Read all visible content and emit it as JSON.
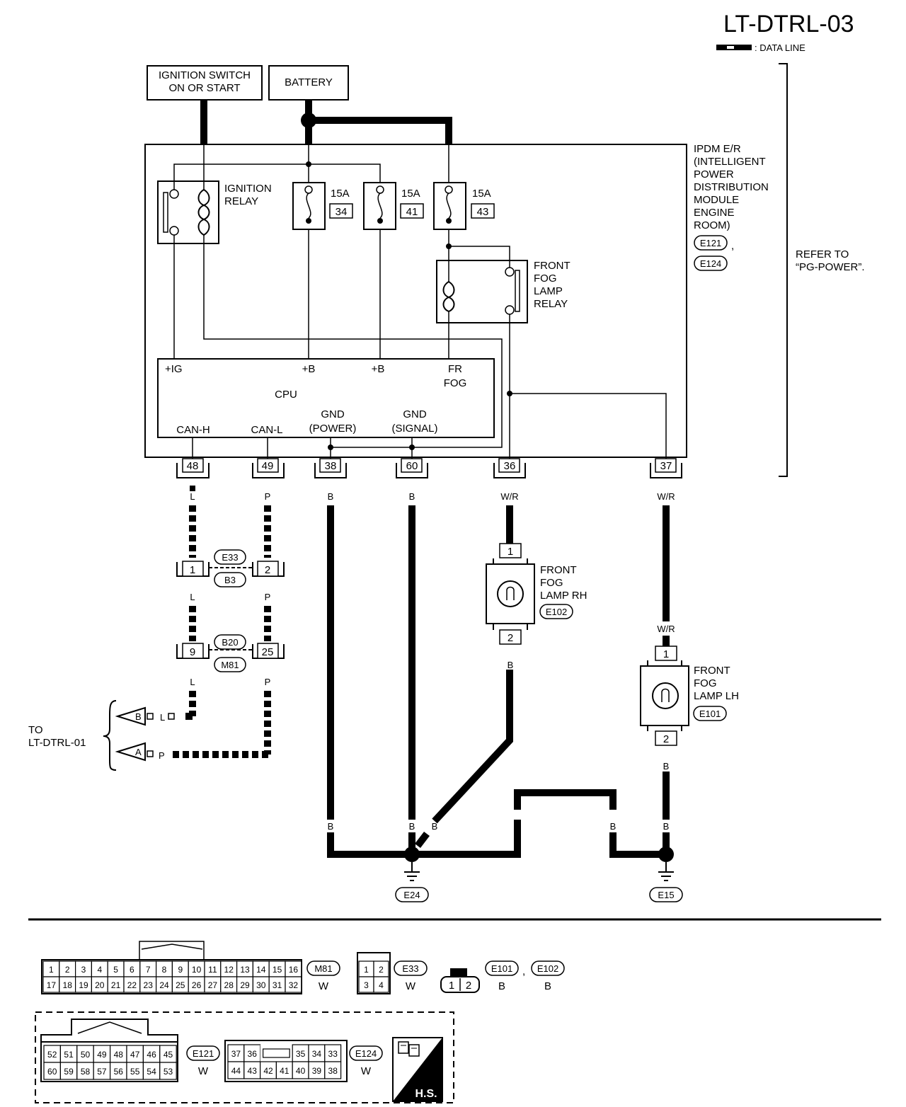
{
  "header": {
    "diagram_id": "LT-DTRL-03",
    "data_line_legend": ": DATA LINE"
  },
  "inputs": {
    "ignition_switch": [
      "IGNITION SWITCH",
      "ON OR START"
    ],
    "battery": "BATTERY"
  },
  "ipdm": {
    "name_lines": [
      "IPDM E/R",
      "(INTELLIGENT",
      "POWER",
      "DISTRIBUTION",
      "MODULE",
      "ENGINE",
      "ROOM)"
    ],
    "connectors": [
      "E121",
      "E124"
    ],
    "connector_separator": ",",
    "refer_lines": [
      "REFER TO",
      "“PG-POWER”."
    ]
  },
  "ignition_relay": [
    "IGNITION",
    "RELAY"
  ],
  "fuses": [
    {
      "rating": "15A",
      "number": "34"
    },
    {
      "rating": "15A",
      "number": "41"
    },
    {
      "rating": "15A",
      "number": "43"
    }
  ],
  "fog_relay": [
    "FRONT",
    "FOG",
    "LAMP",
    "RELAY"
  ],
  "cpu": {
    "title": "CPU",
    "pin_ig": "+IG",
    "pin_b1": "+B",
    "pin_b2": "+B",
    "fr_fog": [
      "FR",
      "FOG"
    ],
    "can_h": "CAN-H",
    "can_l": "CAN-L",
    "gnd_power": [
      "GND",
      "(POWER)"
    ],
    "gnd_signal": [
      "GND",
      "(SIGNAL)"
    ]
  },
  "terminals": [
    {
      "pin": "48",
      "wire": "L"
    },
    {
      "pin": "49",
      "wire": "P"
    },
    {
      "pin": "38",
      "wire": "B"
    },
    {
      "pin": "60",
      "wire": "B"
    },
    {
      "pin": "36",
      "wire": "W/R"
    },
    {
      "pin": "37",
      "wire": "W/R"
    }
  ],
  "junctions": {
    "j1": {
      "left_pin": "1",
      "right_pin": "2",
      "top_conn": "E33",
      "bottom_conn": "B3",
      "wire_l": "L",
      "wire_p": "P"
    },
    "j2": {
      "left_pin": "9",
      "right_pin": "25",
      "top_conn": "B20",
      "bottom_conn": "M81",
      "wire_l": "L",
      "wire_p": "P"
    }
  },
  "to_dtrl": {
    "label": [
      "TO",
      "LT-DTRL-01"
    ],
    "ref_b": "B",
    "ref_a": "A",
    "wire_l": "L",
    "wire_p": "P"
  },
  "fog_rh": {
    "name": [
      "FRONT",
      "FOG",
      "LAMP RH"
    ],
    "connector": "E102",
    "pin1": "1",
    "pin2": "2",
    "wire_out": "B"
  },
  "fog_lh": {
    "name": [
      "FRONT",
      "FOG",
      "LAMP LH"
    ],
    "connector": "E101",
    "pin1": "1",
    "pin2": "2",
    "wire_in": "W/R",
    "wire_out": "B"
  },
  "ground_wires": [
    "B",
    "B",
    "B",
    "B",
    "B",
    "B"
  ],
  "grounds": [
    "E24",
    "E15"
  ],
  "connector_views": {
    "m81": {
      "row1": [
        "1",
        "2",
        "3",
        "4",
        "5",
        "6",
        "7",
        "8",
        "9",
        "10",
        "11",
        "12",
        "13",
        "14",
        "15",
        "16"
      ],
      "row2": [
        "17",
        "18",
        "19",
        "20",
        "21",
        "22",
        "23",
        "24",
        "25",
        "26",
        "27",
        "28",
        "29",
        "30",
        "31",
        "32"
      ],
      "id": "M81",
      "color": "W"
    },
    "e33": {
      "row1": [
        "1",
        "2"
      ],
      "row2": [
        "3",
        "4"
      ],
      "id": "E33",
      "color": "W"
    },
    "e101_e102": {
      "pins": [
        "1",
        "2"
      ],
      "ids": [
        "E101",
        "E102"
      ],
      "colors": [
        "B",
        "B"
      ],
      "separator": ","
    },
    "e121": {
      "row1": [
        "52",
        "51",
        "50",
        "49",
        "48",
        "47",
        "46",
        "45"
      ],
      "row2": [
        "60",
        "59",
        "58",
        "57",
        "56",
        "55",
        "54",
        "53"
      ],
      "id": "E121",
      "color": "W"
    },
    "e124": {
      "row1": [
        "37",
        "36",
        "",
        "35",
        "34",
        "33"
      ],
      "row2": [
        "44",
        "43",
        "42",
        "41",
        "40",
        "39",
        "38"
      ],
      "id": "E124",
      "color": "W"
    },
    "hs_label": "H.S."
  }
}
